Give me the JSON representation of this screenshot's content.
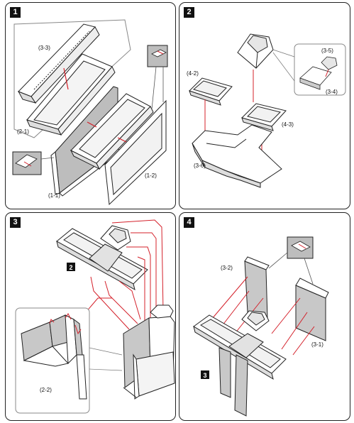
{
  "panels": [
    {
      "num": "1",
      "labels": {
        "l33": "(3-3)",
        "l21": "(2-1)",
        "l11": "(1-1)",
        "l12": "(1-2)"
      }
    },
    {
      "num": "2",
      "labels": {
        "l42": "(4-2)",
        "l35": "(3-5)",
        "l34": "(3-4)",
        "l43": "(4-3)",
        "l36": "(3-6)"
      }
    },
    {
      "num": "3",
      "labels": {
        "ref": "2",
        "l22": "(2-2)"
      }
    },
    {
      "num": "4",
      "labels": {
        "l32": "(3-2)",
        "l31": "(3-1)",
        "ref": "3"
      }
    }
  ],
  "colors": {
    "line": "#d4202a",
    "fill_gray": "#c8c8c8",
    "fill_light": "#e6e6e6",
    "stroke": "#222222"
  }
}
